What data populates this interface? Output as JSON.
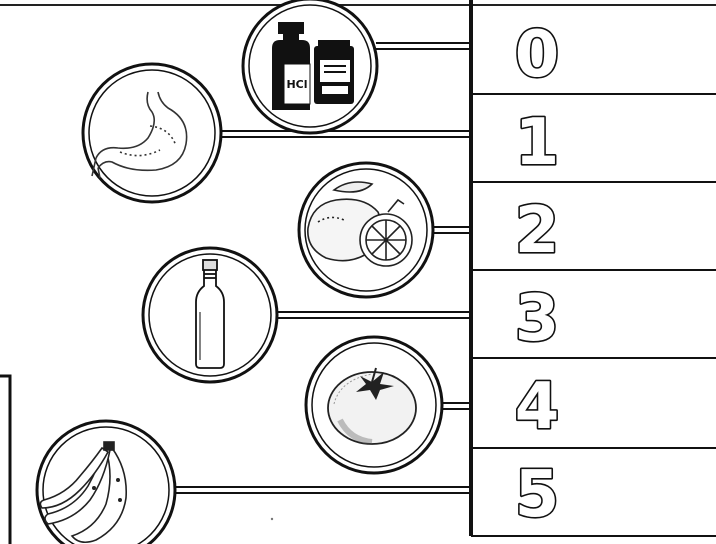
{
  "scale": {
    "numbers": [
      "0",
      "1",
      "2",
      "3",
      "4",
      "5"
    ]
  },
  "items": [
    {
      "icon": "hcl-bottle-icon",
      "label": "HCl"
    },
    {
      "icon": "stomach-icon"
    },
    {
      "icon": "lemon-icon"
    },
    {
      "icon": "vinegar-bottle-icon"
    },
    {
      "icon": "tomato-icon"
    },
    {
      "icon": "banana-icon"
    }
  ],
  "colors": {
    "line": "#111111",
    "background": "#ffffff"
  }
}
